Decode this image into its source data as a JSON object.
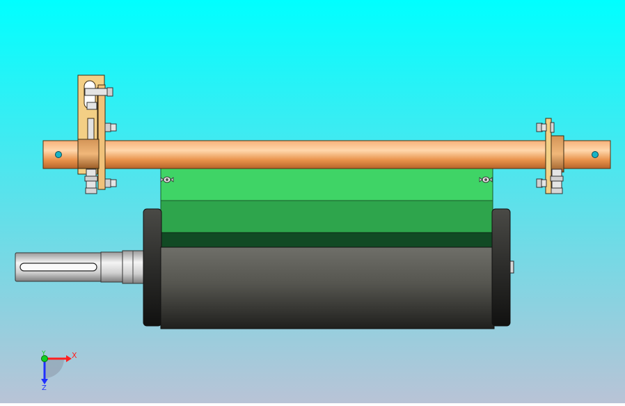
{
  "viewport": {
    "background_top": "#00ffff",
    "background_bottom": "#b9c3d6"
  },
  "colors": {
    "shaft_copper": "#e8924a",
    "bracket_tan": "#f3cf85",
    "scraper_green_light": "#3fd466",
    "scraper_green_mid": "#2ea54c",
    "scraper_green_dark": "#114a24",
    "drum_dark": "#3d3d3a",
    "drive_shaft_silver": "#d8d8d8",
    "axis_x": "#ff2020",
    "axis_y": "#10d020",
    "axis_z": "#2030ff"
  },
  "triad": {
    "x_label": "X",
    "y_label": "Y",
    "z_label": "Z"
  }
}
